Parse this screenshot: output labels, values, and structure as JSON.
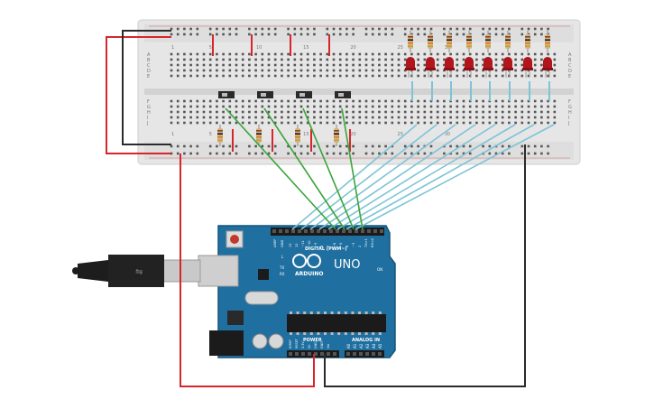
{
  "breadboard": {
    "column_labels": [
      "1",
      "5",
      "10",
      "15",
      "20",
      "25",
      "30"
    ],
    "row_labels_top": [
      "A",
      "B",
      "C",
      "D",
      "E"
    ],
    "row_labels_bottom": [
      "F",
      "G",
      "H",
      "I",
      "J"
    ]
  },
  "arduino": {
    "brand": "ARDUINO",
    "model": "UNO",
    "digital_label": "DIGITAL (PWM~)",
    "power_label": "POWER",
    "analog_label": "ANALOG IN",
    "aref_label": "AREF",
    "gnd_label": "GND",
    "on_label": "ON",
    "l_label": "L",
    "tx_label": "TX",
    "rx_label": "RX",
    "digital_pins": [
      "13",
      "12",
      "~11",
      "~10",
      "~9",
      "8",
      "7",
      "~6",
      "~5",
      "4",
      "~3",
      "2",
      "TX>1",
      "RX<0"
    ],
    "power_pins": [
      "IOREF",
      "RESET",
      "3.3V",
      "5V",
      "GND",
      "GND",
      "Vin"
    ],
    "analog_pins": [
      "A0",
      "A1",
      "A2",
      "A3",
      "A4",
      "A5"
    ]
  },
  "components": {
    "switch_count": 4,
    "led_count": 8,
    "led_color": "#b0161c"
  },
  "colors": {
    "wire_red": "#d7262b",
    "wire_black": "#2b2b2b",
    "wire_green": "#3aa43a",
    "wire_cyan": "#7cc4d6",
    "board_blue": "#1f6fa0",
    "breadboard": "#e4e4e4"
  }
}
